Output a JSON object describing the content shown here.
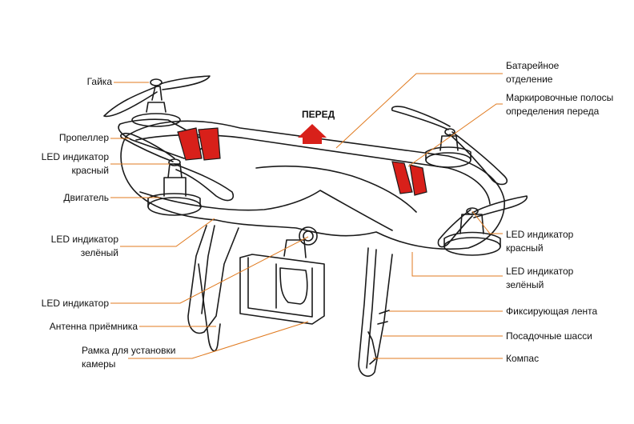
{
  "colors": {
    "leader": "#e07a1f",
    "stripe": "#d8201a",
    "outline": "#1a1a1a"
  },
  "front_label": "ПЕРЕД",
  "labels_left": {
    "nut": "Гайка",
    "propeller": "Пропеллер",
    "led_red": [
      "LED индикатор",
      "красный"
    ],
    "motor": "Двигатель",
    "led_green": [
      "LED индикатор",
      "зелёный"
    ],
    "led": "LED индикатор",
    "antenna": "Антенна приёмника",
    "camera_mount": [
      "Рамка для установки",
      "камеры"
    ]
  },
  "labels_right": {
    "battery": [
      "Батарейное",
      "отделение"
    ],
    "stripes": [
      "Маркировочные полосы",
      "определения переда"
    ],
    "led_red": [
      "LED индикатор",
      "красный"
    ],
    "led_green": [
      "LED индикатор",
      "зелёный"
    ],
    "strap": "Фиксирующая лента",
    "landing_gear": "Посадочные шасси",
    "compass": "Компас"
  }
}
